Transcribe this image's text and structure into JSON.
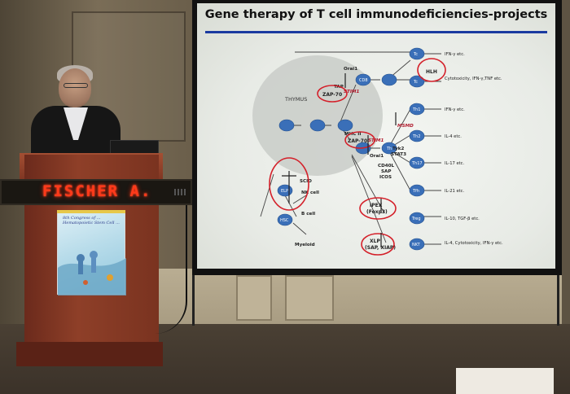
{
  "slide": {
    "title": "Gene therapy of T cell immunodeficiencies-projects",
    "diagram": {
      "region_label": "THYMUS",
      "left_labels": {
        "scid": "SCID",
        "elp": "ELP",
        "hsc": "HSC",
        "nk": "NK cell",
        "bcell": "B cell",
        "myeloid": "Myeloid"
      },
      "top_labels": {
        "orai1_top": "Orai1",
        "stim1_top": "STIM1",
        "tap": "TAP",
        "zap70_top": "ZAP-70",
        "cd8": "CD8",
        "tc": "Tc",
        "tc_label": "Tc"
      },
      "middle_labels": {
        "zap70_mid": "ZAP-70",
        "stim1_mid": "STIM1",
        "mhc2": "MHC II",
        "orai1_mid": "Orai1",
        "th": "Th",
        "msmd": "MSMD",
        "tyk2": "Tyk2",
        "stat3": "STAT3",
        "cd40l": "CD40L",
        "sap": "SAP",
        "icos": "ICOS"
      },
      "bottom_labels": {
        "ipex": "IPEX",
        "foxp3": "(Foxp3)",
        "treg": "Treg",
        "xlp": "XLP",
        "sap_xiap": "(SAP, XIAP)",
        "nkt": "NKT"
      },
      "right_cells": [
        {
          "cell": "Tc",
          "outcome": "IFN-γ etc."
        },
        {
          "cell": "Tc",
          "outcome": "Cytotoxicity, IFN-γ,TNF etc."
        },
        {
          "cell": "Th1",
          "outcome": "IFN-γ etc."
        },
        {
          "cell": "Th2",
          "outcome": "IL-4 etc."
        },
        {
          "cell": "Th17",
          "outcome": "IL-17 etc."
        },
        {
          "cell": "Tfh",
          "outcome": "IL-21 etc."
        },
        {
          "cell": "Treg",
          "outcome": "IL-10, TGF-β etc."
        },
        {
          "cell": "NKT",
          "outcome": "IL-4, Cytotoxicity, IFN-γ etc."
        }
      ],
      "hlh_label": "HLH"
    }
  },
  "led_sign": {
    "text": "FISCHER A."
  },
  "poster": {
    "title": "8th Congress of ... Hematopoietic Stem Cell ..."
  },
  "colors": {
    "circle": "#d4202a",
    "cell": "#3a6fb8",
    "led": "#ff3a1a",
    "title_rule": "#1a3aa0"
  }
}
